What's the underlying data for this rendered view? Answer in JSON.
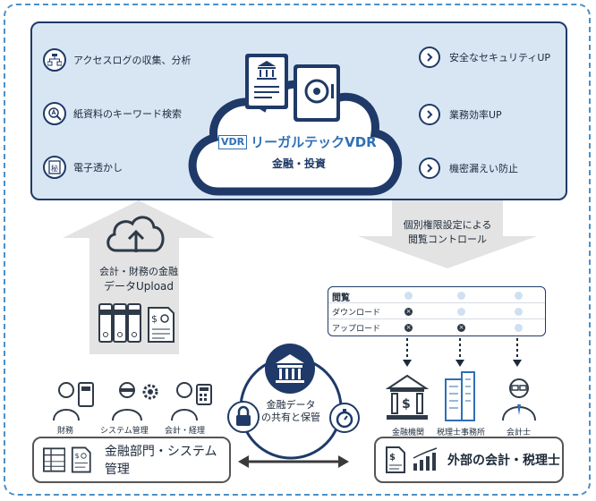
{
  "features": [
    {
      "label": "アクセスログの収集、分析",
      "icon": "workflow-icon"
    },
    {
      "label": "紙資料のキーワード検索",
      "icon": "search-document-icon"
    },
    {
      "label": "電子透かし",
      "icon": "watermark-icon"
    }
  ],
  "benefits": [
    {
      "label": "安全なセキュリティUP"
    },
    {
      "label": "業務効率UP"
    },
    {
      "label": "機密漏えい防止"
    }
  ],
  "product": {
    "logo_text": "VDR",
    "name": "リーガルテックVDR",
    "subtitle": "金融・投資"
  },
  "upload_arrow": {
    "line1": "会計・財務の金融",
    "line2": "データUpload"
  },
  "permission_arrow": {
    "line1": "個別権限設定による",
    "line2": "閲覧コントロール"
  },
  "permission_table": {
    "rows": [
      {
        "label": "閲覧",
        "cells": [
          "allowed",
          "allowed",
          "allowed"
        ]
      },
      {
        "label": "ダウンロード",
        "cells": [
          "denied",
          "allowed",
          "allowed"
        ]
      },
      {
        "label": "アップロード",
        "cells": [
          "denied",
          "denied",
          "allowed"
        ]
      }
    ]
  },
  "internal_roles": [
    {
      "label": "財務"
    },
    {
      "label": "システム管理"
    },
    {
      "label": "会計・経理"
    }
  ],
  "external_roles": [
    {
      "label": "金融機関"
    },
    {
      "label": "税理士事務所"
    },
    {
      "label": "会計士"
    }
  ],
  "center_cycle": {
    "line1": "金融データ",
    "line2": "の共有と保管"
  },
  "internal_box": {
    "title": "金融部門・システム管理"
  },
  "external_box": {
    "title": "外部の会計・税理士"
  },
  "colors": {
    "navy": "#1f3a68",
    "panel": "#d8e6f4",
    "accent_blue": "#2f6fb5",
    "frame_dash": "#4a90c8",
    "arrow_gray": "#e3e3e3"
  }
}
